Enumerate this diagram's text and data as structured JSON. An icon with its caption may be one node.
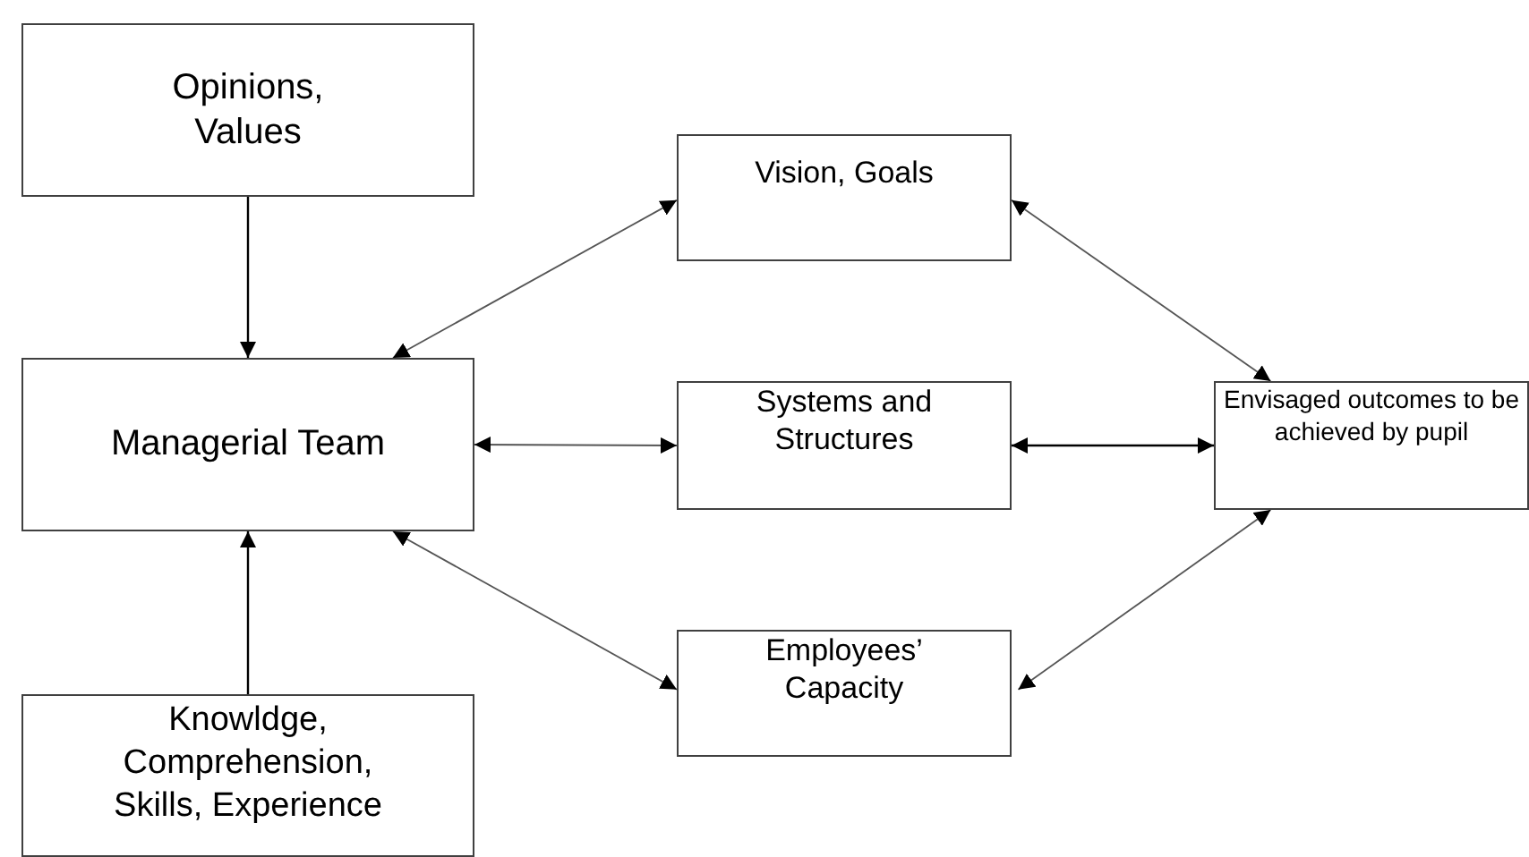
{
  "diagram": {
    "nodes": [
      {
        "text": [
          "Opinions, Values"
        ]
      },
      {
        "text": [
          "Managerial Team"
        ]
      },
      {
        "text": [
          "Knowldge, Comprehension, Skills, Experience"
        ]
      },
      {
        "text": [
          "Vision, Goals"
        ]
      },
      {
        "text": [
          "Systems and Structures"
        ]
      },
      {
        "text": [
          "Employees’ Capacity"
        ]
      },
      {
        "text": [
          "Envisaged outcomes to be achieved by pupil"
        ]
      }
    ],
    "edges": [
      {
        "from": 0,
        "to": 1,
        "arrow": "to"
      },
      {
        "from": 2,
        "to": 1,
        "arrow": "to"
      },
      {
        "from": 1,
        "to": 3,
        "arrow": "both"
      },
      {
        "from": 1,
        "to": 4,
        "arrow": "both"
      },
      {
        "from": 1,
        "to": 5,
        "arrow": "both"
      },
      {
        "from": 3,
        "to": 6,
        "arrow": "both"
      },
      {
        "from": 4,
        "to": 6,
        "arrow": "both"
      },
      {
        "from": 5,
        "to": 6,
        "arrow": "both"
      }
    ]
  }
}
